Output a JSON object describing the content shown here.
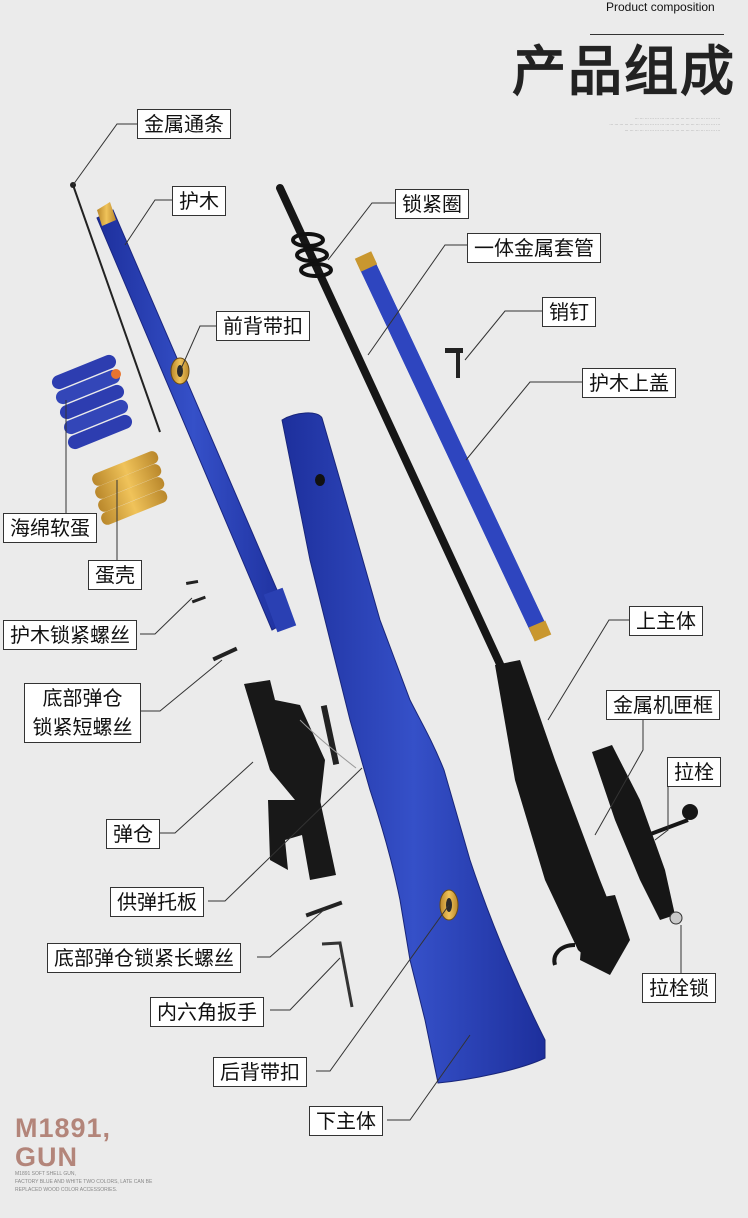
{
  "header": {
    "subtitle_en": "Product composition",
    "title_cn": "产品组成",
    "fine_print": [
      "... ... ... ... ... ... ... ... ... ... ... ... ... ... ... ... ...",
      "... ... ... ... ... ... ... ... ... ... ... ... ... ... ... ... ... ... ... ... ... ...",
      "... ... ... ... ... ... ... ... ... ... ... ... ... ... ... ... ... ... ..."
    ]
  },
  "labels": {
    "rod": "金属通条",
    "handguard": "护木",
    "front_sling": "前背带扣",
    "foam_darts": "海绵软蛋",
    "shells": "蛋壳",
    "handguard_screw": "护木锁紧螺丝",
    "mag_short_screw_1": "底部弹仓",
    "mag_short_screw_2": "锁紧短螺丝",
    "magazine": "弹仓",
    "follower": "供弹托板",
    "mag_long_screw": "底部弹仓锁紧长螺丝",
    "hex_key": "内六角扳手",
    "rear_sling": "后背带扣",
    "lower_body": "下主体",
    "lock_ring": "锁紧圈",
    "metal_tube": "一体金属套管",
    "pin": "销钉",
    "top_cover": "护木上盖",
    "upper_body": "上主体",
    "receiver": "金属机匣框",
    "bolt": "拉栓",
    "bolt_lock": "拉栓锁"
  },
  "model": {
    "line1": "M1891,",
    "line2": "GUN",
    "desc": [
      "M1891 SOFT SHELL GUN,",
      "FACTORY BLUE AND WHITE TWO COLORS, LATE CAN BE",
      "REPLACED WOOD COLOR ACCESSORIES."
    ]
  },
  "colors": {
    "background": "#ebebeb",
    "blue": "#2f45b8",
    "black": "#151515",
    "gold": "#d4a13a",
    "accent": "#b3857a"
  }
}
